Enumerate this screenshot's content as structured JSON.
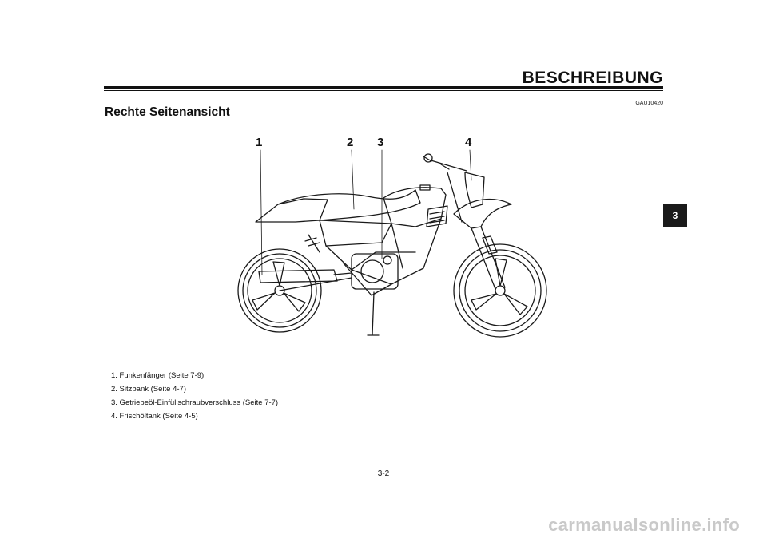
{
  "header": {
    "chapter_title": "BESCHREIBUNG",
    "ref_code": "GAU10420"
  },
  "section": {
    "title": "Rechte Seitenansicht"
  },
  "chapter_tab": {
    "number": "3"
  },
  "figure": {
    "subject": "motorcycle-right-side-illustration",
    "callouts": [
      "1",
      "2",
      "3",
      "4"
    ]
  },
  "legend": {
    "items": [
      "1. Funkenfänger (Seite 7-9)",
      "2. Sitzbank (Seite 4-7)",
      "3. Getriebeöl-Einfüllschraubverschluss (Seite 7-7)",
      "4. Frischöltank (Seite 4-5)"
    ]
  },
  "page": {
    "number": "3-2"
  },
  "footer": {
    "brand": "carmanualsonline.info"
  }
}
